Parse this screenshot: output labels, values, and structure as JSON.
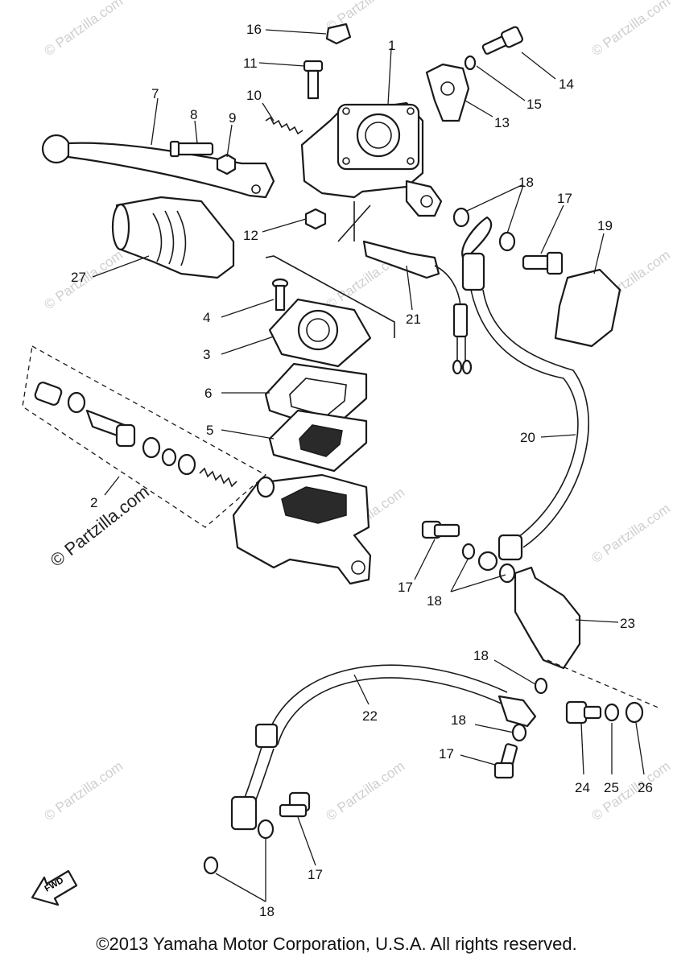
{
  "copyright": "©2013 Yamaha Motor Corporation, U.S.A. All rights reserved.",
  "watermark": "© Partzilla.com",
  "watermark_strong": "© Partzilla.com",
  "fwd_label": "FWD",
  "callouts": {
    "c1": "1",
    "c2": "2",
    "c3": "3",
    "c4": "4",
    "c5": "5",
    "c6": "6",
    "c7": "7",
    "c8": "8",
    "c9": "9",
    "c10": "10",
    "c11": "11",
    "c12": "12",
    "c13": "13",
    "c14": "14",
    "c15": "15",
    "c16": "16",
    "c17a": "17",
    "c17b": "17",
    "c17c": "17",
    "c17d": "17",
    "c18a": "18",
    "c18b": "18",
    "c18c": "18",
    "c18d": "18",
    "c18e": "18",
    "c19": "19",
    "c20": "20",
    "c21": "21",
    "c22": "22",
    "c23": "23",
    "c24": "24",
    "c25": "25",
    "c26": "26",
    "c27": "27"
  },
  "colors": {
    "line": "#1a1a1a",
    "watermark": "#cfcfcf",
    "background": "#ffffff"
  }
}
